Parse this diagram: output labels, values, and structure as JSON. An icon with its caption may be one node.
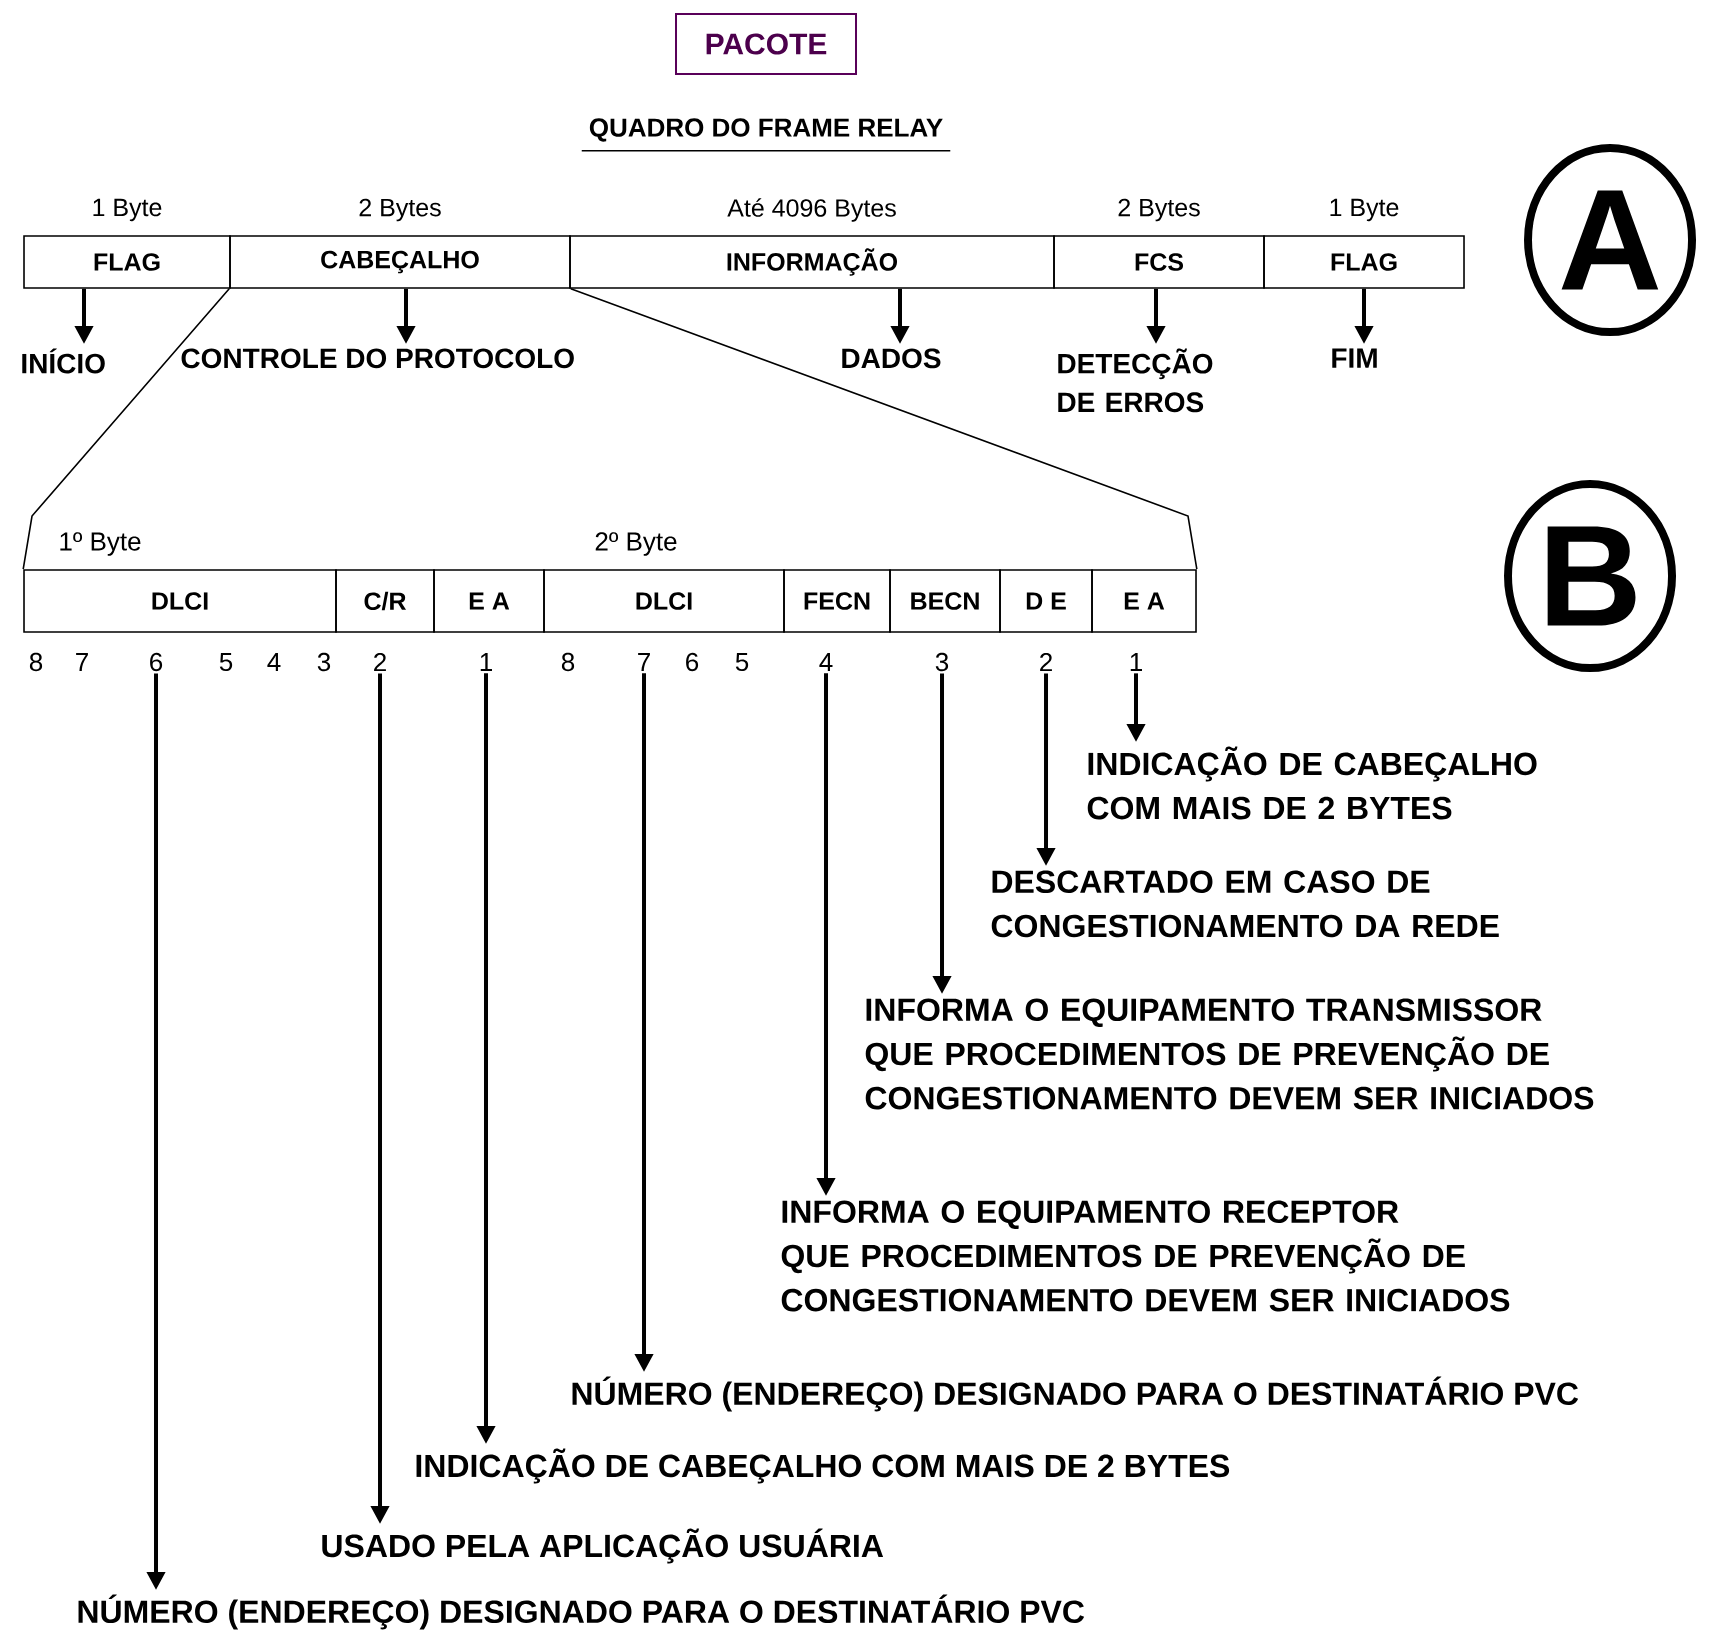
{
  "diagram": {
    "title": "QUADRO DO FRAME RELAY",
    "nodes": [
      {
        "text": [
          "PACOTE"
        ]
      },
      {
        "text": [
          "FLAG"
        ],
        "beside": [
          "1 Byte"
        ]
      },
      {
        "text": [
          "CABEÇALHO"
        ],
        "beside": [
          "2 Bytes"
        ]
      },
      {
        "text": [
          "INFORMAÇÃO"
        ],
        "beside": [
          "Até 4096 Bytes"
        ]
      },
      {
        "text": [
          "FCS"
        ],
        "beside": [
          "2 Bytes"
        ]
      },
      {
        "text": [
          "FLAG"
        ],
        "beside": [
          "1 Byte"
        ]
      },
      {
        "text": [
          "A"
        ]
      },
      {
        "text": [
          "INÍCIO"
        ]
      },
      {
        "text": [
          "CONTROLE DO PROTOCOLO"
        ]
      },
      {
        "text": [
          "DADOS"
        ]
      },
      {
        "text": [
          "DETECÇÃO DE ERROS"
        ]
      },
      {
        "text": [
          "FIM"
        ]
      },
      {
        "text": [
          "DLCI"
        ]
      },
      {
        "text": [
          "C/R"
        ]
      },
      {
        "text": [
          "E A"
        ]
      },
      {
        "text": [
          "DLCI"
        ]
      },
      {
        "text": [
          "FECN"
        ]
      },
      {
        "text": [
          "BECN"
        ]
      },
      {
        "text": [
          "D E"
        ]
      },
      {
        "text": [
          "E A"
        ]
      },
      {
        "text": [
          "B"
        ]
      },
      {
        "text": [
          "6"
        ]
      },
      {
        "text": [
          "2"
        ]
      },
      {
        "text": [
          "1"
        ]
      },
      {
        "text": [
          "7"
        ]
      },
      {
        "text": [
          "4"
        ]
      },
      {
        "text": [
          "3"
        ]
      },
      {
        "text": [
          "2"
        ]
      },
      {
        "text": [
          "1"
        ]
      },
      {
        "text": [
          "INDICAÇÃO DE CABEÇALHO COM MAIS DE 2 BYTES"
        ]
      },
      {
        "text": [
          "DESCARTADO EM CASO DE CONGESTIONAMENTO DA REDE"
        ]
      },
      {
        "text": [
          "INFORMA O EQUIPAMENTO TRANSMISSOR QUE PROCEDIMENTOS DE PREVENÇÃO DE CONGESTIONAMENTO DEVEM SER INICIADOS"
        ]
      },
      {
        "text": [
          "INFORMA O EQUIPAMENTO RECEPTOR QUE PROCEDIMENTOS DE PREVENÇÃO DE CONGESTIONAMENTO DEVEM SER INICIADOS"
        ]
      },
      {
        "text": [
          "NÚMERO (ENDEREÇO) DESIGNADO PARA O DESTINATÁRIO PVC"
        ]
      },
      {
        "text": [
          "INDICAÇÃO DE CABEÇALHO COM MAIS DE 2 BYTES"
        ]
      },
      {
        "text": [
          "USADO PELA APLICAÇÃO USUÁRIA"
        ]
      },
      {
        "text": [
          "NÚMERO (ENDEREÇO) DESIGNADO PARA O DESTINATÁRIO PVC"
        ]
      }
    ],
    "edges": [
      {
        "from": 1,
        "to": 7,
        "arrow": "to"
      },
      {
        "from": 2,
        "to": 8,
        "arrow": "to"
      },
      {
        "from": 3,
        "to": 9,
        "arrow": "to"
      },
      {
        "from": 4,
        "to": 10,
        "arrow": "to"
      },
      {
        "from": 5,
        "to": 11,
        "arrow": "to"
      },
      {
        "from": 2,
        "to": 12,
        "arrow": "none"
      },
      {
        "from": 2,
        "to": 19,
        "arrow": "none"
      },
      {
        "from": 28,
        "to": 29,
        "arrow": "to"
      },
      {
        "from": 27,
        "to": 30,
        "arrow": "to"
      },
      {
        "from": 26,
        "to": 31,
        "arrow": "to"
      },
      {
        "from": 25,
        "to": 32,
        "arrow": "to"
      },
      {
        "from": 24,
        "to": 33,
        "arrow": "to"
      },
      {
        "from": 23,
        "to": 34,
        "arrow": "to"
      },
      {
        "from": 22,
        "to": 35,
        "arrow": "to"
      },
      {
        "from": 21,
        "to": 36,
        "arrow": "to"
      }
    ],
    "labels": [
      "1º Byte",
      "2º Byte",
      "8",
      "7",
      "5",
      "4",
      "3",
      "8",
      "6",
      "5"
    ]
  }
}
